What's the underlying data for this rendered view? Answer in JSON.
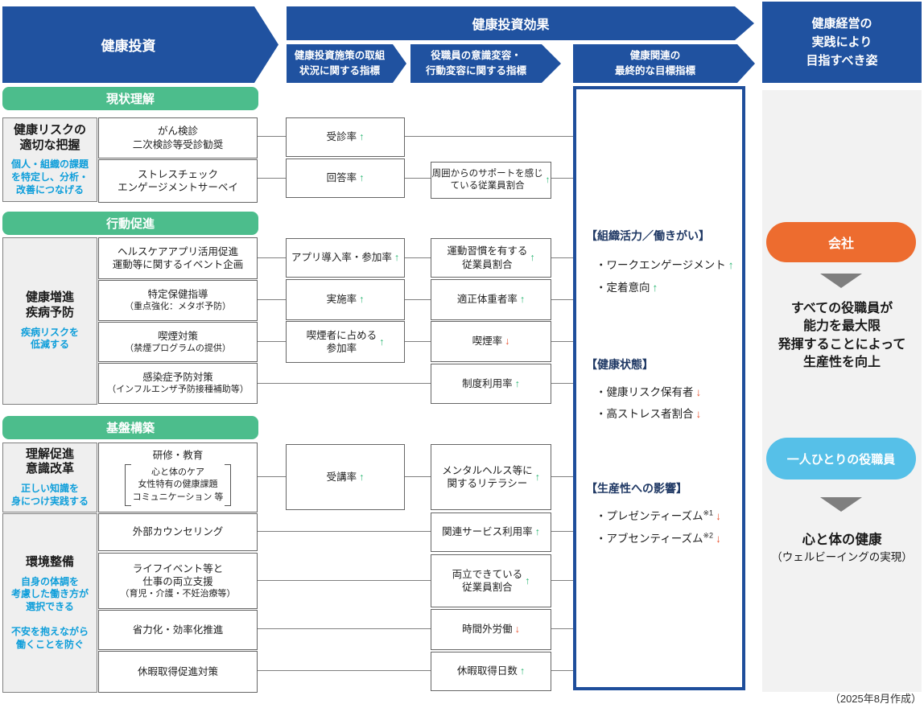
{
  "header": {
    "investment": "健康投資",
    "effect": "健康投資効果",
    "metric_stage_1": "健康投資施策の取組\n状況に関する指標",
    "metric_stage_2": "役職員の意識変容・\n行動変容に関する指標",
    "metric_stage_3": "健康関連の\n最終的な目標指標",
    "vision_title": "健康経営の\n実践により\n目指すべき姿"
  },
  "sections": [
    {
      "header": "現状理解"
    },
    {
      "header": "行動促進"
    },
    {
      "header": "基盤構築"
    }
  ],
  "categories": [
    {
      "title": "健康リスクの\n適切な把握",
      "desc": "個人・組織の課題\nを特定し、分析・\n改善につなげる"
    },
    {
      "title": "健康増進\n疾病予防",
      "desc": "疾病リスクを\n低減する"
    },
    {
      "title": "理解促進\n意識改革",
      "desc": "正しい知識を\n身につけ実践する"
    },
    {
      "title": "環境整備",
      "desc": "自身の体調を\n考慮した働き方が\n選択できる\n\n不安を抱えながら\n働くことを防ぐ"
    }
  ],
  "activities": [
    {
      "title": "がん検診\n二次検診等受診勧奨"
    },
    {
      "title": "ストレスチェック\nエンゲージメントサーベイ"
    },
    {
      "title": "ヘルスケアアプリ活用促進\n運動等に関するイベント企画"
    },
    {
      "title": "特定保健指導",
      "sub": "（重点強化：メタボ予防）"
    },
    {
      "title": "喫煙対策",
      "sub": "（禁煙プログラムの提供）"
    },
    {
      "title": "感染症予防対策",
      "sub": "（インフルエンザ予防接種補助等）"
    },
    {
      "title": "研修・教育",
      "bracket": [
        "心と体のケア",
        "女性特有の健康課題",
        "コミュニケーション 等"
      ]
    },
    {
      "title": "外部カウンセリング"
    },
    {
      "title": "ライフイベント等と\n仕事の両立支援",
      "sub": "（育児・介護・不妊治療等）"
    },
    {
      "title": "省力化・効率化推進"
    },
    {
      "title": "休暇取得促進対策"
    }
  ],
  "process_metrics": [
    {
      "label": "受診率",
      "arrow": "↑",
      "dir": "up"
    },
    {
      "label": "回答率",
      "arrow": "↑",
      "dir": "up"
    },
    {
      "label": "アプリ導入率・参加率",
      "arrow": "↑",
      "dir": "up"
    },
    {
      "label": "実施率",
      "arrow": "↑",
      "dir": "up"
    },
    {
      "label": "喫煙者に占める\n参加率",
      "arrow": "↑",
      "dir": "up"
    },
    {
      "label": "受講率",
      "arrow": "↑",
      "dir": "up"
    }
  ],
  "behavior_metrics": [
    {
      "label": "周囲からのサポートを感じ\nている従業員割合",
      "arrow": "↑",
      "dir": "up"
    },
    {
      "label": "運動習慣を有する\n従業員割合",
      "arrow": "↑",
      "dir": "up"
    },
    {
      "label": "適正体重者率",
      "arrow": "↑",
      "dir": "up"
    },
    {
      "label": "喫煙率",
      "arrow": "↓",
      "dir": "down"
    },
    {
      "label": "制度利用率",
      "arrow": "↑",
      "dir": "up"
    },
    {
      "label": "メンタルヘルス等に\n関するリテラシー",
      "arrow": "↑",
      "dir": "up"
    },
    {
      "label": "関連サービス利用率",
      "arrow": "↑",
      "dir": "up"
    },
    {
      "label": "両立できている\n従業員割合",
      "arrow": "↑",
      "dir": "up"
    },
    {
      "label": "時間外労働",
      "arrow": "↓",
      "dir": "down"
    },
    {
      "label": "休暇取得日数",
      "arrow": "↑",
      "dir": "up"
    }
  ],
  "final_goals": {
    "groups": [
      {
        "heading": "【組織活力／働きがい】",
        "items": [
          {
            "label": "・ワークエンゲージメント",
            "arrow": "↑",
            "dir": "up"
          },
          {
            "label": "・定着意向",
            "arrow": "↑",
            "dir": "up"
          }
        ]
      },
      {
        "heading": "【健康状態】",
        "items": [
          {
            "label": "・健康リスク保有者",
            "arrow": "↓",
            "dir": "down"
          },
          {
            "label": "・高ストレス者割合",
            "arrow": "↓",
            "dir": "down"
          }
        ]
      },
      {
        "heading": "【生産性への影響】",
        "items": [
          {
            "label": "・プレゼンティーズム",
            "sup": "※1",
            "arrow": "↓",
            "dir": "down"
          },
          {
            "label": "・アブセンティーズム",
            "sup": "※2",
            "arrow": "↓",
            "dir": "down"
          }
        ]
      }
    ]
  },
  "vision": {
    "company_pill": "会社",
    "company_goal": "すべての役職員が\n能力を最大限\n発揮することによって\n生産性を向上",
    "individual_pill": "一人ひとりの役職員",
    "individual_goal_title": "心と体の健康",
    "individual_goal_sub": "（ウェルビーイングの実現）"
  },
  "caption": "（2025年8月作成）",
  "colors": {
    "dark_blue": "#2052A0",
    "big_box_border": "#1F4E9B",
    "green_header": "#4CBD8C",
    "accent_blue_text": "#0E9EDA",
    "company_orange": "#ED6C2F",
    "individual_light_blue": "#56C0E8",
    "arrow_up_green": "#2BB673",
    "arrow_down_red": "#E8502D"
  }
}
